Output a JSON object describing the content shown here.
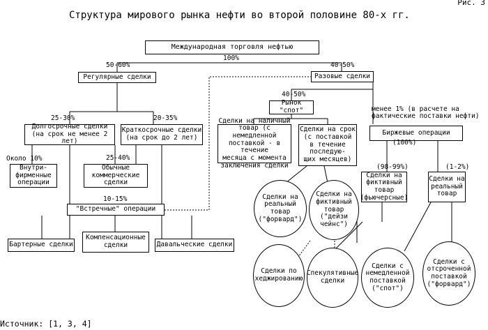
{
  "fig_label": "Рис. 3",
  "title": "Структура мирового рынка нефти во второй половине 80-х гг.",
  "source": "Источник: [1, 3, 4]",
  "boxes": {
    "root": "Международная торговля нефтью",
    "regular": "Регулярные сделки",
    "spot_deals": "Разовые сделки",
    "long_term": "Долгосрочные сделки\n(на срок не менее 2 лет)",
    "short_term": "Краткосрочные сделки\n(на срок до 2 лет)",
    "intra_firm": "Внутри-\nфирменные\nоперации",
    "ordinary": "Обычные\nкоммерческие\nсделки",
    "counter": "\"Встречные\" операции",
    "barter": "Бартерные сделки",
    "compensation": "Компенсационные\nсделки",
    "tolling": "Давальческие сделки",
    "spot_market": "Рынок \"спот\"",
    "cash_goods": "Сделки на наличный\nтовар (с немедленной\nпоставкой - в течение\nмесяца с момента\nзаключения сделки",
    "term_deals": "Сделки на срок\n(с поставкой\nв течение\nпоследую-\nщих месяцев)",
    "exchange": "Биржевые операции",
    "fictitious_futures": "Сделки на\nфиктивный\nтовар\n(фьючерсные)",
    "real_goods": "Сделки на\nреальный\nтовар"
  },
  "ellipses": {
    "forward_real": "Сделки на\nреальный\nтовар\n(\"форвард\")",
    "daisy_chain": "Сделки на\nфиктивный\nтовар\n(\"дейзи\nчейнс\")",
    "hedging": "Сделки по\nхеджированию",
    "speculative": "Спекулятивные\nсделки",
    "immediate_spot": "Сделки с\nнемедленной\nпоставкой\n(\"спот\")",
    "deferred_forward": "Сделки с\nотсроченной\nпоставкой\n(\"форвард\")"
  },
  "labels": {
    "root_pct": "100%",
    "regular_pct": "50-60%",
    "spot_pct": "40-50%",
    "long_pct": "25-30%",
    "short_pct": "20-35%",
    "about10": "Около 10%",
    "ordinary_pct": "25-40%",
    "counter_pct": "10-15%",
    "spotmkt_pct": "40-50%",
    "exchange_note": "менее 1% (в расчете на\nфактические поставки нефти)",
    "exchange_pct": "(100%)",
    "futures_pct": "(98-99%)",
    "real_pct": "(1-2%)"
  }
}
